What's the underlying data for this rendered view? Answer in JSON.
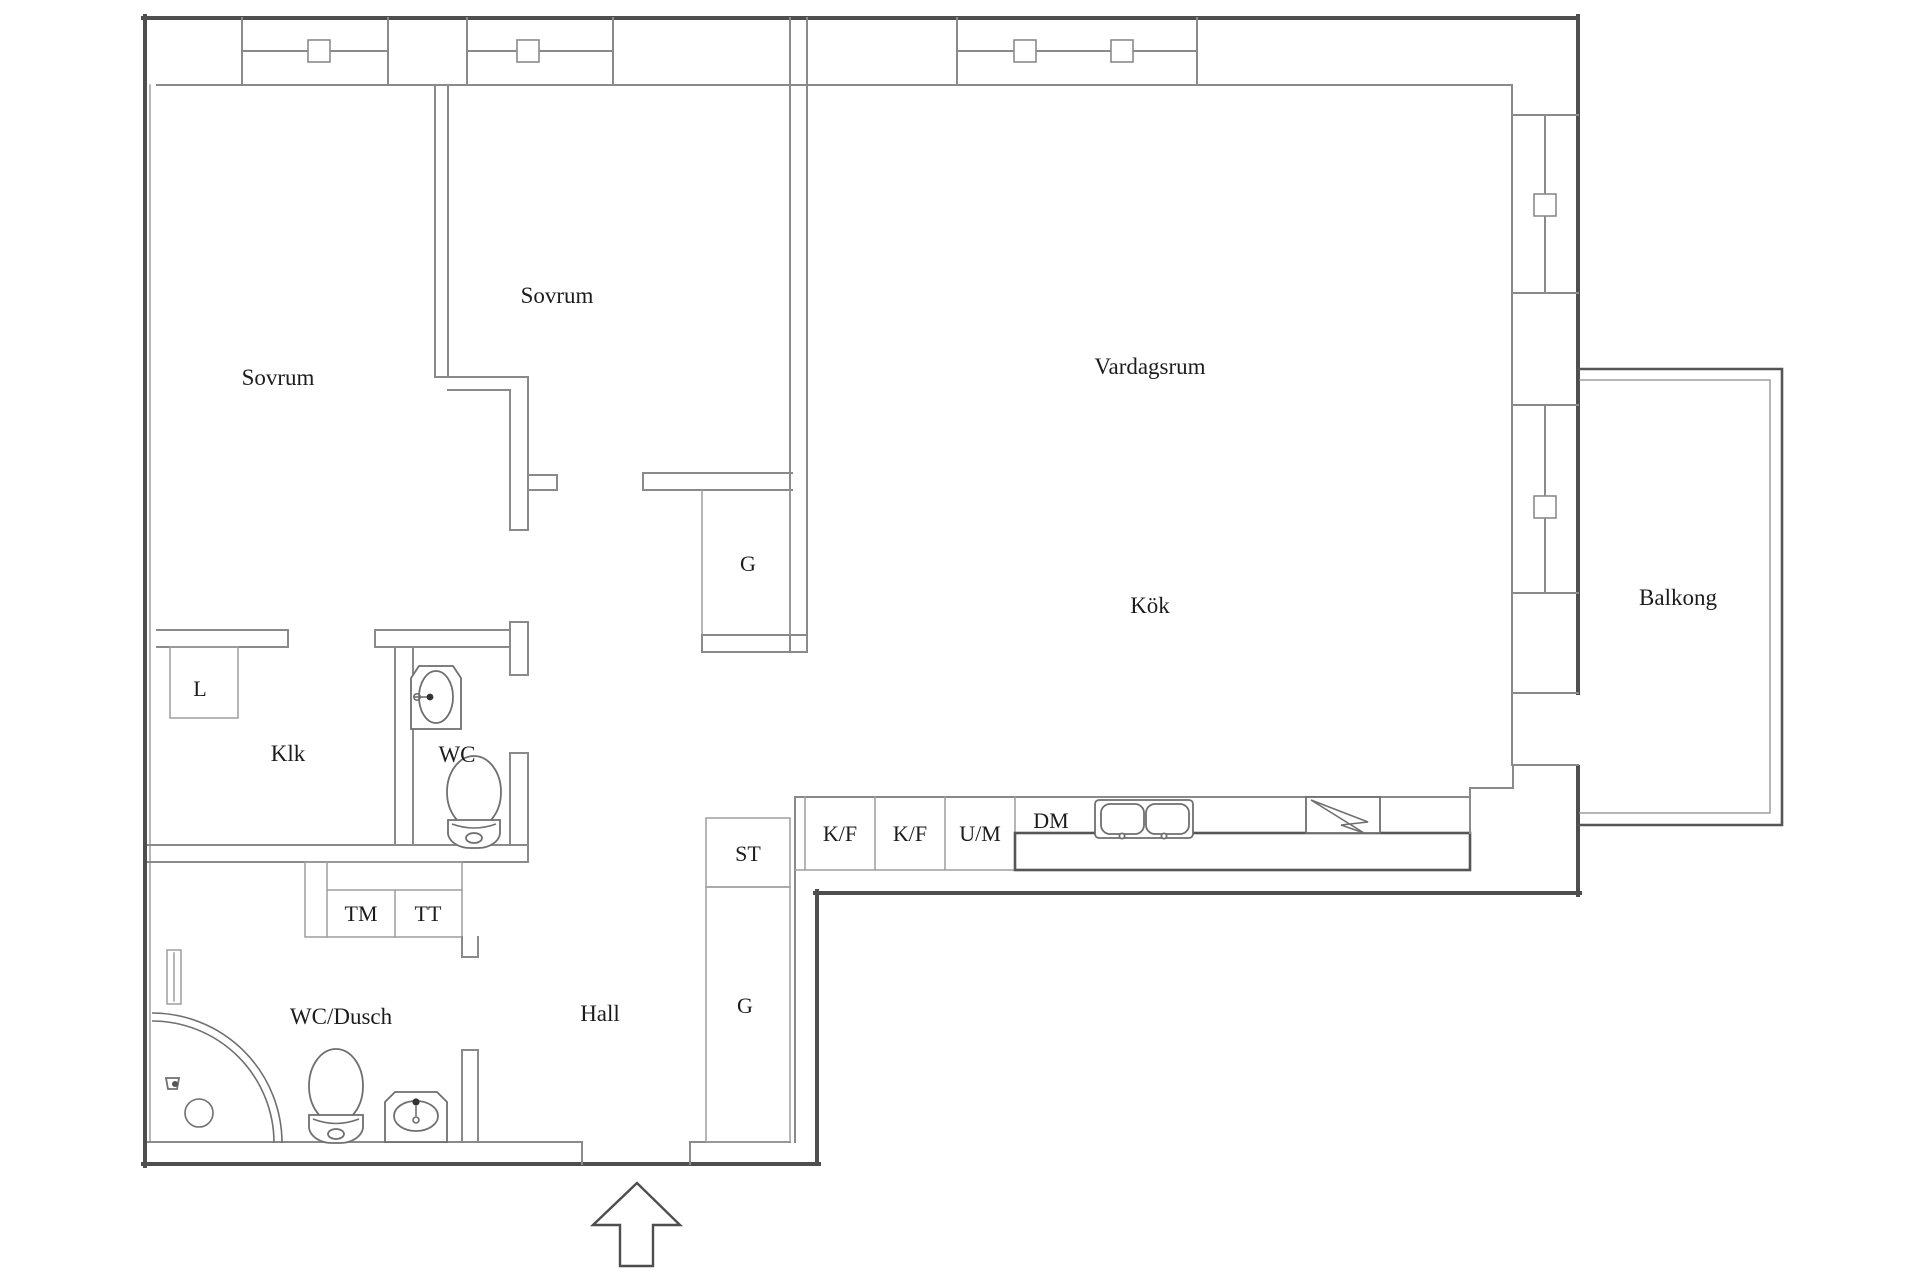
{
  "floorplan": {
    "rooms": {
      "sovrum1": "Sovrum",
      "sovrum2": "Sovrum",
      "vardagsrum": "Vardagsrum",
      "kok": "Kök",
      "balkong": "Balkong",
      "klk": "Klk",
      "wc": "WC",
      "wc_dusch": "WC/Dusch",
      "hall": "Hall"
    },
    "closets": {
      "linen": "L",
      "bedroom_wardrobe": "G",
      "cleaning": "ST",
      "hall_wardrobe": "G"
    },
    "appliances": {
      "fridge_freezer_1": "K/F",
      "fridge_freezer_2": "K/F",
      "oven_microwave": "U/M",
      "dishwasher": "DM",
      "washing_machine": "TM",
      "tumble_dryer": "TT"
    }
  }
}
